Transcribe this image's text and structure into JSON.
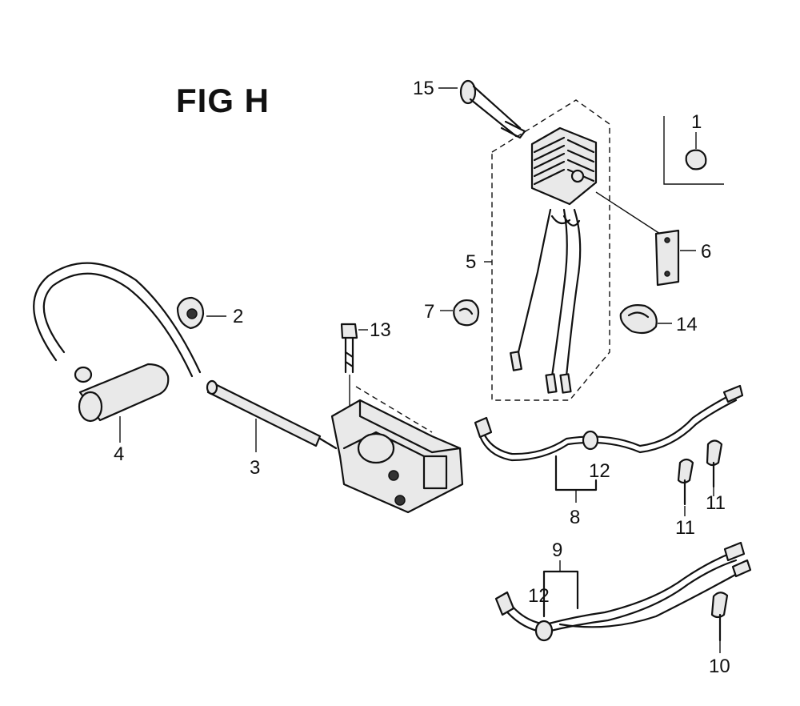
{
  "figure": {
    "title": "FIG H"
  },
  "callouts": {
    "c1": "1",
    "c2": "2",
    "c3": "3",
    "c4": "4",
    "c5": "5",
    "c6": "6",
    "c7": "7",
    "c8": "8",
    "c9": "9",
    "c10": "10",
    "c11a": "11",
    "c11b": "11",
    "c12a": "12",
    "c12b": "12",
    "c13": "13",
    "c14": "14",
    "c15": "15"
  }
}
